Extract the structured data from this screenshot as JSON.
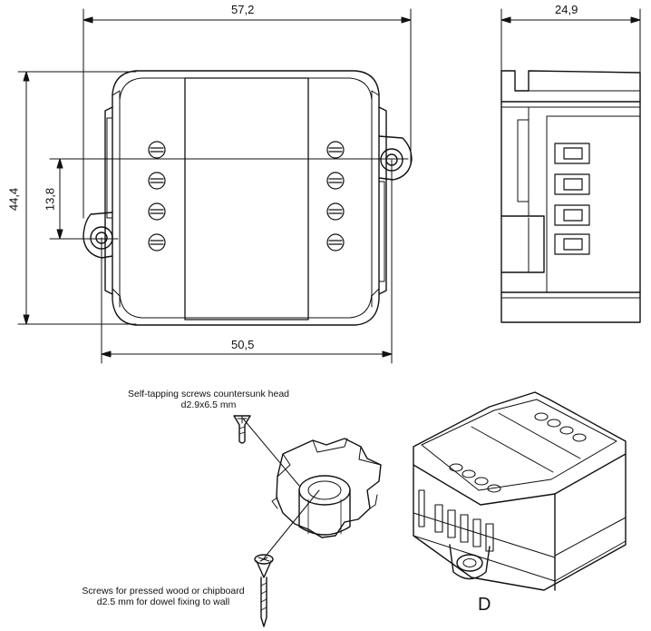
{
  "dimensions": {
    "overall_width": "57,2",
    "depth": "24,9",
    "height": "44,4",
    "hole_offset": "13,8",
    "hole_spacing": "50,5"
  },
  "notes": {
    "screws_head_line1": "Self-tapping screws countersunk head",
    "screws_head_line2": "d2.9x6.5 mm",
    "screws_wall_line1": "Screws for pressed wood or chipboard",
    "screws_wall_line2": "d2.5 mm for dowel fixing to wall"
  },
  "view_letter": "D"
}
